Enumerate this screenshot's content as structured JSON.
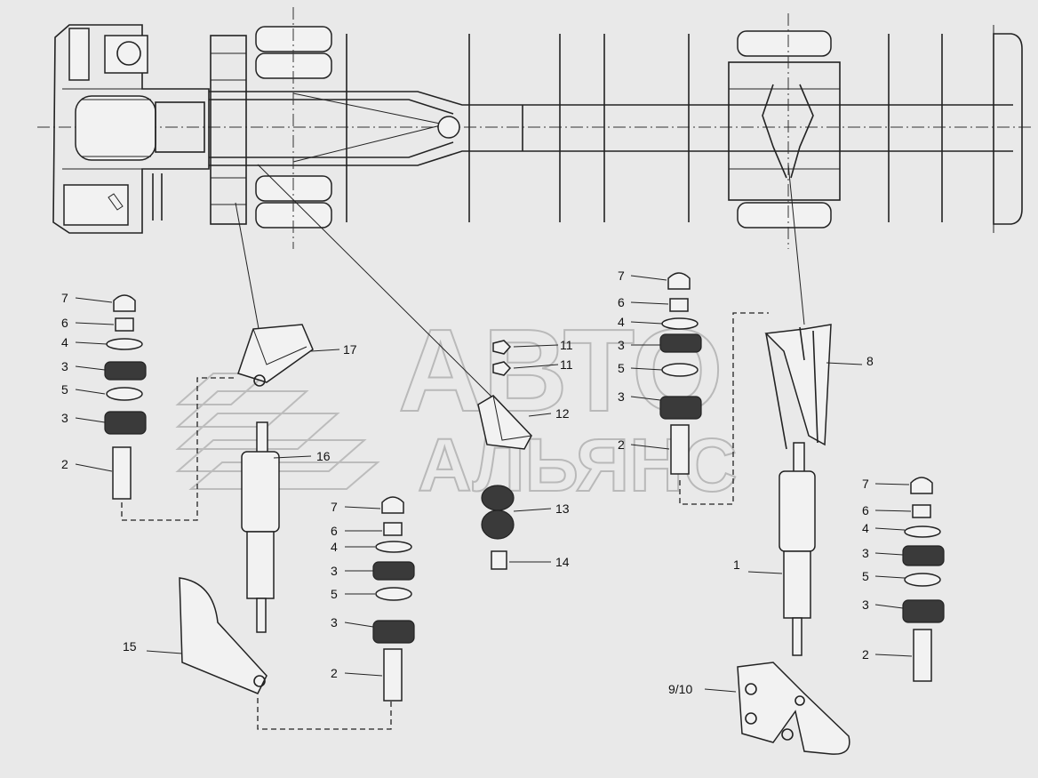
{
  "watermark": {
    "line1": "АВТО",
    "line2": "АЛЬЯНС"
  },
  "labels": {
    "l7a": "7",
    "l6a": "6",
    "l4a": "4",
    "l3a": "3",
    "l5a": "5",
    "l3b": "3",
    "l2a": "2",
    "l17": "17",
    "l16": "16",
    "l15": "15",
    "l7b": "7",
    "l6b": "6",
    "l4b": "4",
    "l3c": "3",
    "l5b": "5",
    "l3d": "3",
    "l2b": "2",
    "l11a": "11",
    "l11b": "11",
    "l12": "12",
    "l13": "13",
    "l14": "14",
    "l7c": "7",
    "l6c": "6",
    "l4c": "4",
    "l3e": "3",
    "l5c": "5",
    "l3f": "3",
    "l2c": "2",
    "l8": "8",
    "l1": "1",
    "l910": "9/10",
    "l7d": "7",
    "l6d": "6",
    "l4d": "4",
    "l3g": "3",
    "l5d": "5",
    "l3h": "3",
    "l2d": "2"
  }
}
